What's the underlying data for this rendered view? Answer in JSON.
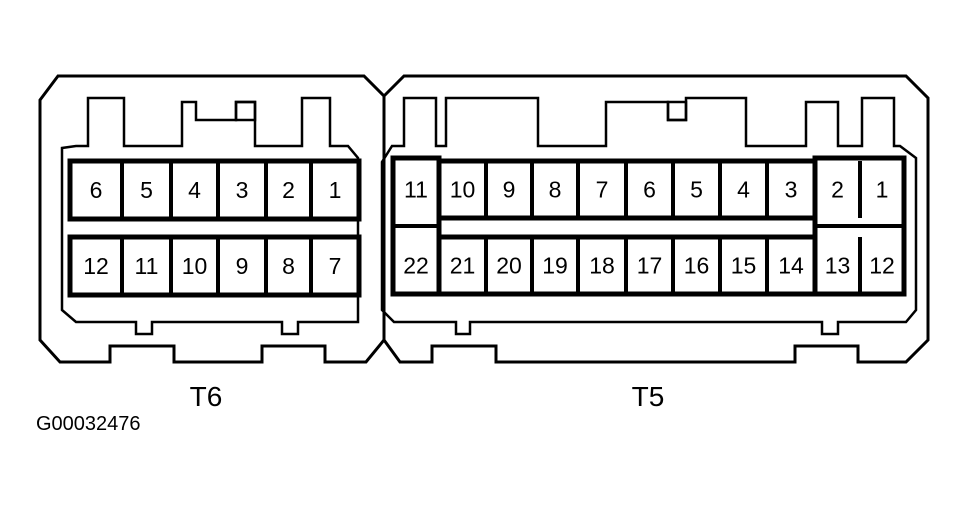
{
  "connectors": {
    "t6": {
      "label": "T6",
      "top_row": [
        "6",
        "5",
        "4",
        "3",
        "2",
        "1"
      ],
      "bottom_row": [
        "12",
        "11",
        "10",
        "9",
        "8",
        "7"
      ]
    },
    "t5": {
      "label": "T5",
      "top_row": [
        "11",
        "10",
        "9",
        "8",
        "7",
        "6",
        "5",
        "4",
        "3",
        "2",
        "1"
      ],
      "bottom_row": [
        "22",
        "21",
        "20",
        "19",
        "18",
        "17",
        "16",
        "15",
        "14",
        "13",
        "12"
      ]
    }
  },
  "figure_id": "G00032476"
}
